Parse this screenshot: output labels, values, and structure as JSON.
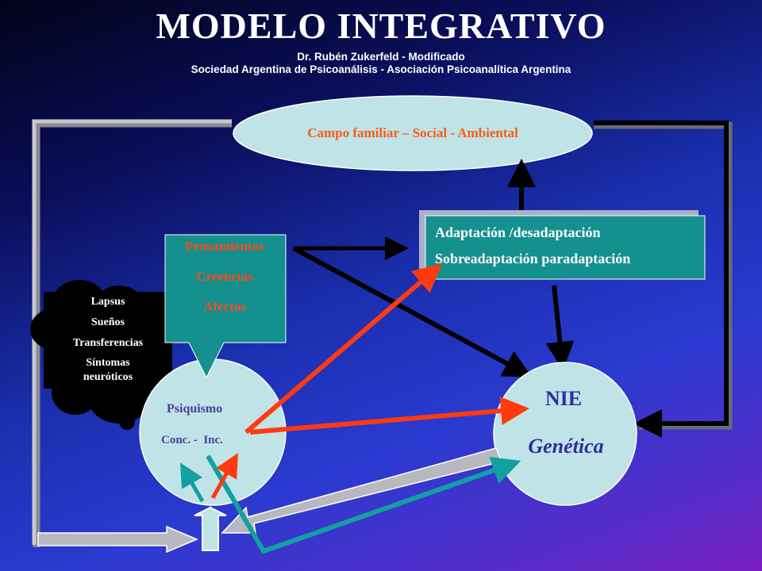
{
  "header": {
    "title": "MODELO INTEGRATIVO",
    "author": "Dr. Rubén Zukerfeld - Modificado",
    "institutions": "Sociedad Argentina de Psicoanálisis - Asociación Psicoanalítica Argentina"
  },
  "nodes": {
    "campo": "Campo familiar – Social - Ambiental",
    "adaptacion": [
      "Adaptación /desadaptación",
      "Sobreadaptación paradaptación"
    ],
    "pensamientos": [
      "Pensamientos",
      "Creencias",
      "Afectos"
    ],
    "cloud": [
      "Lapsus",
      "Sueños",
      "Transferencias",
      "Síntomas neuróticos"
    ],
    "psiquismo": "Psiquismo",
    "conc_inc": "Conc. -  Inc.",
    "nie": "NIE",
    "genetica": "Genética"
  },
  "colors": {
    "ellipse_fill": "#bfe3e6",
    "teal_box": "#14908e",
    "red_arrow": "#ff3a10",
    "teal_arrow": "#12a0a0",
    "gray_arrow": "#b8b8c0"
  }
}
